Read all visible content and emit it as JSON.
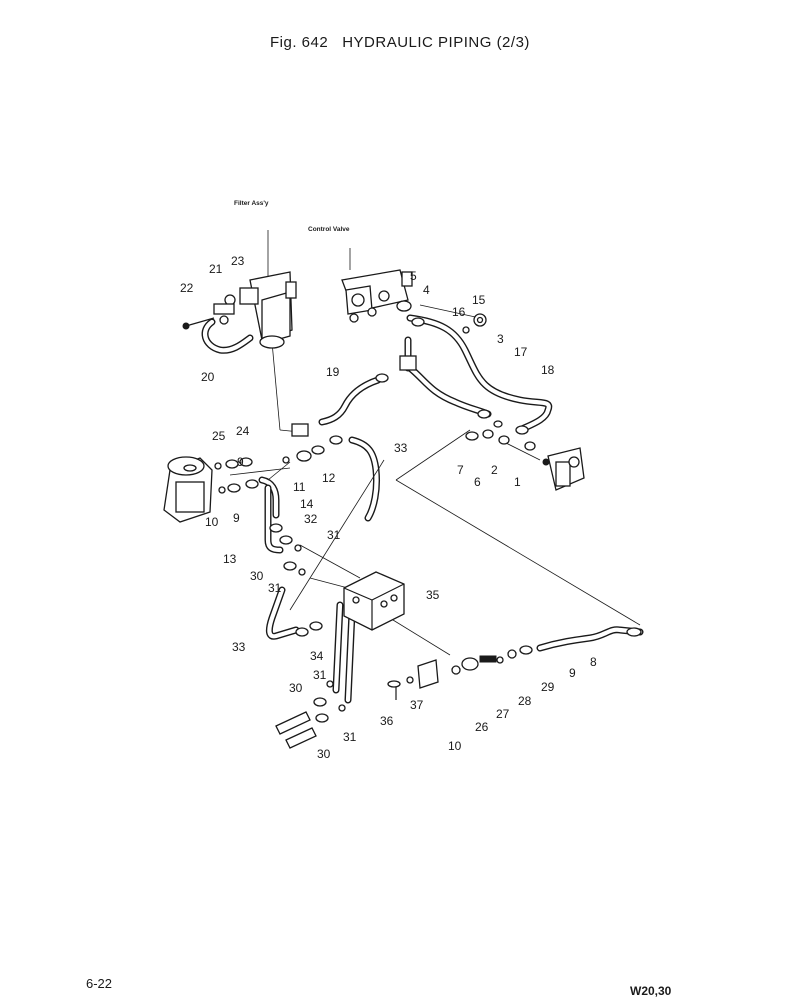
{
  "figure": {
    "number": "Fig. 642",
    "title": "HYDRAULIC PIPING (2/3)"
  },
  "assemblies": {
    "filter": "Filter Ass'y",
    "control_valve": "Control Valve"
  },
  "callouts": [
    "1",
    "2",
    "3",
    "4",
    "5",
    "6",
    "7",
    "8",
    "9",
    "9",
    "9",
    "10",
    "10",
    "11",
    "12",
    "13",
    "14",
    "15",
    "16",
    "17",
    "18",
    "19",
    "20",
    "21",
    "22",
    "23",
    "24",
    "25",
    "26",
    "27",
    "28",
    "29",
    "30",
    "30",
    "30",
    "31",
    "31",
    "31",
    "31",
    "32",
    "33",
    "33",
    "34",
    "35",
    "36",
    "37"
  ],
  "footer": {
    "page": "6-22",
    "model": "W20,30"
  }
}
